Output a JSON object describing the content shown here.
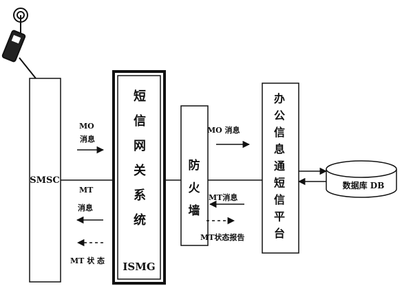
{
  "nodes": {
    "smsc": {
      "label": "SMSC"
    },
    "ismg": {
      "chars": [
        "短",
        "信",
        "网",
        "关",
        "系",
        "统"
      ],
      "label": "ISMG"
    },
    "firewall": {
      "chars": [
        "防",
        "火",
        "墙"
      ]
    },
    "platform": {
      "chars": [
        "办",
        "公",
        "信",
        "息",
        "通",
        "短",
        "信",
        "平",
        "台"
      ]
    },
    "database": {
      "label": "数据库 DB"
    }
  },
  "edges": {
    "mo_smsc_ismg": {
      "line1": "MO",
      "line2": "消息"
    },
    "mt_ismg_smsc": {
      "line1": "MT",
      "line2": "消息"
    },
    "mt_status_ismg_smsc": {
      "label": "MT 状 态"
    },
    "mo_fw_platform": {
      "label": "MO 消息"
    },
    "mt_platform_fw": {
      "label": "MT消息"
    },
    "mt_status_platform_fw": {
      "label": "MT状态报告"
    }
  },
  "icons": {
    "phone": "mobile-phone-with-antenna-icon"
  }
}
